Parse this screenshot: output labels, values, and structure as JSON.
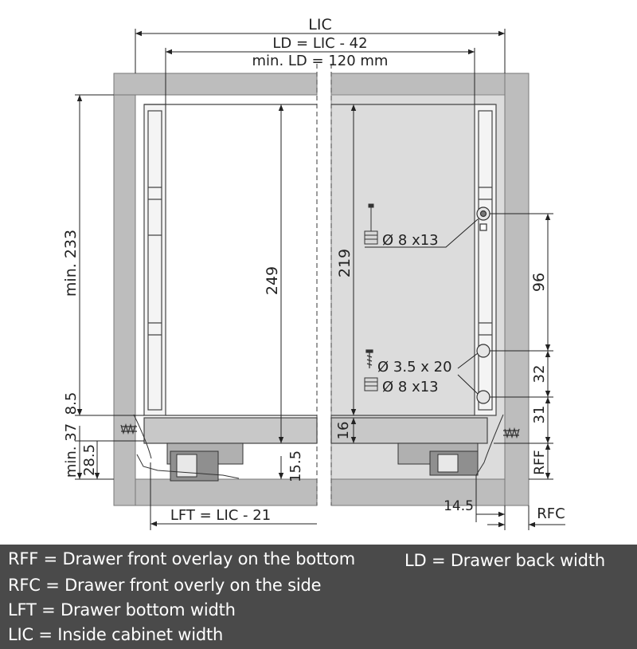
{
  "dimensions": {
    "lic": "LIC",
    "ld": "LD = LIC - 42",
    "min_ld": "min. LD = 120 mm",
    "min_233": "min. 233",
    "d_249": "249",
    "d_219": "219",
    "d_8_5": "8.5",
    "min_37": "min. 37",
    "d_28_5": "28.5",
    "d_15_5": "15.5",
    "d_16": "16",
    "d_96": "96",
    "d_32": "32",
    "d_31": "31",
    "rff": "RFF",
    "d_14_5": "14.5",
    "rfc": "RFC",
    "lft": "LFT = LIC - 21"
  },
  "hardware": {
    "dowel_top": "Ø 8 x13",
    "screw": "Ø 3.5 x 20",
    "dowel_bottom": "Ø 8 x13"
  },
  "legend": {
    "rff": "RFF =  Drawer front overlay on the bottom",
    "ld": "LD = Drawer back width",
    "rfc": "RFC = Drawer front overly on the side",
    "lft": "LFT =  Drawer bottom width",
    "lic": "LIC = Inside cabinet width"
  },
  "colors": {
    "panel": "#bdbdbd",
    "legend_bg": "#4a4a4a"
  }
}
